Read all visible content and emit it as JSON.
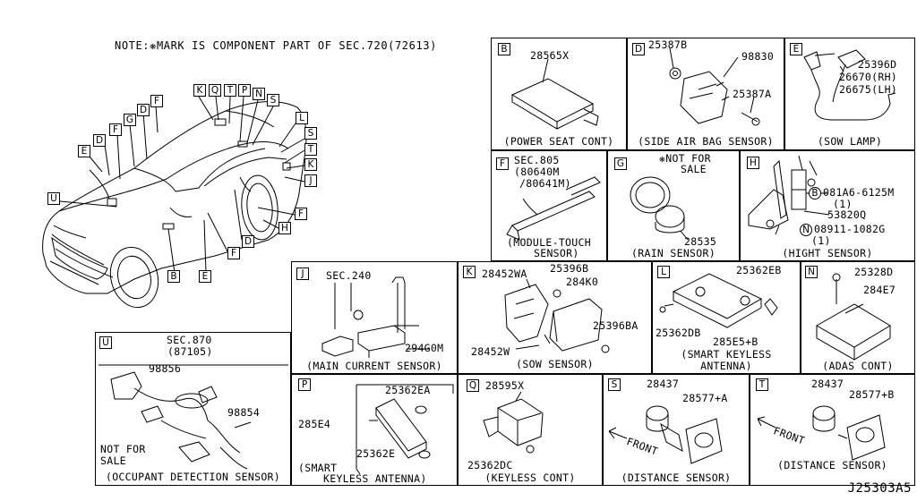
{
  "note": "NOTE:❋MARK IS COMPONENT PART OF   SEC.720(72613)",
  "drawing_code": "J25303A5",
  "car_callouts": [
    "F",
    "D",
    "G",
    "F",
    "D",
    "E",
    "U",
    "K",
    "Q",
    "T",
    "P",
    "N",
    "S",
    "L",
    "S",
    "T",
    "K",
    "J",
    "F",
    "H",
    "D",
    "F",
    "E",
    "B"
  ],
  "panels": {
    "B": {
      "key": "B",
      "parts": [
        "28565X"
      ],
      "caption": "(POWER SEAT CONT)"
    },
    "D": {
      "key": "D",
      "parts": [
        "25387B",
        "98830",
        "25387A"
      ],
      "caption": "(SIDE AIR BAG SENSOR)"
    },
    "E": {
      "key": "E",
      "parts": [
        "25396D",
        "26670(RH)",
        "26675(LH)"
      ],
      "caption": "(SOW LAMP)"
    },
    "F": {
      "key": "F",
      "parts": [
        "SEC.805",
        "(80640M",
        "/80641M)"
      ],
      "caption_1": "(MODULE-TOUCH",
      "caption_2": "SENSOR)"
    },
    "G": {
      "key": "G",
      "parts": [
        "❋NOT FOR",
        "SALE",
        "28535"
      ],
      "caption": "(RAIN SENSOR)"
    },
    "H": {
      "key": "H",
      "parts": [
        "081A6-6125M",
        "(1)",
        "53820Q",
        "08911-1082G",
        "(1)"
      ],
      "circle_b": "B",
      "circle_n": "N",
      "caption": "(HIGHT SENSOR)"
    },
    "J": {
      "key": "J",
      "parts": [
        "SEC.240",
        "294G0M"
      ],
      "caption": "(MAIN CURRENT SENSOR)"
    },
    "K": {
      "key": "K",
      "parts": [
        "28452WA",
        "25396B",
        "284K0",
        "25396BA",
        "28452W"
      ],
      "caption": "(SOW SENSOR)"
    },
    "L": {
      "key": "L",
      "parts": [
        "25362EB",
        "25362DB",
        "285E5+B"
      ],
      "caption_1": "(SMART KEYLESS",
      "caption_2": "ANTENNA)"
    },
    "N": {
      "key": "N",
      "parts": [
        "25328D",
        "284E7"
      ],
      "caption": "(ADAS CONT)"
    },
    "U": {
      "key": "U",
      "parts": [
        "SEC.870",
        "(87105)",
        "98856",
        "98854",
        "NOT FOR",
        "SALE"
      ],
      "caption": "(OCCUPANT DETECTION SENSOR)"
    },
    "P": {
      "key": "P",
      "parts": [
        "25362EA",
        "285E4",
        "25362E"
      ],
      "caption_1": "(SMART",
      "caption_2": "KEYLESS ANTENNA)"
    },
    "Q": {
      "key": "Q",
      "parts": [
        "28595X",
        "25362DC"
      ],
      "caption": "(KEYLESS CONT)"
    },
    "S": {
      "key": "S",
      "parts": [
        "28437",
        "28577+A",
        "FRONT"
      ],
      "caption": "(DISTANCE SENSOR)"
    },
    "T": {
      "key": "T",
      "parts": [
        "28437",
        "28577+B",
        "FRONT"
      ],
      "caption": "(DISTANCE SENSOR)"
    }
  }
}
